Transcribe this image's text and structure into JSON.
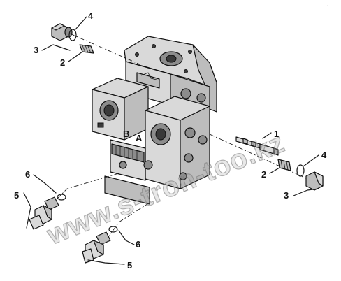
{
  "callouts": {
    "c1": "1",
    "c2_top": "2",
    "c2_right": "2",
    "c3_top": "3",
    "c3_right": "3",
    "c4_top": "4",
    "c4_right": "4",
    "c5_left": "5",
    "c5_bottom": "5",
    "c6_left": "6",
    "c6_bottom": "6"
  },
  "ports": {
    "b": "B",
    "a": "A"
  },
  "watermark": "www.s-tron-too.kz",
  "colors": {
    "line": "#1a1a1a",
    "body_light": "#d9d9d9",
    "body_mid": "#bdbdbd",
    "body_dark": "#8c8c8c"
  }
}
